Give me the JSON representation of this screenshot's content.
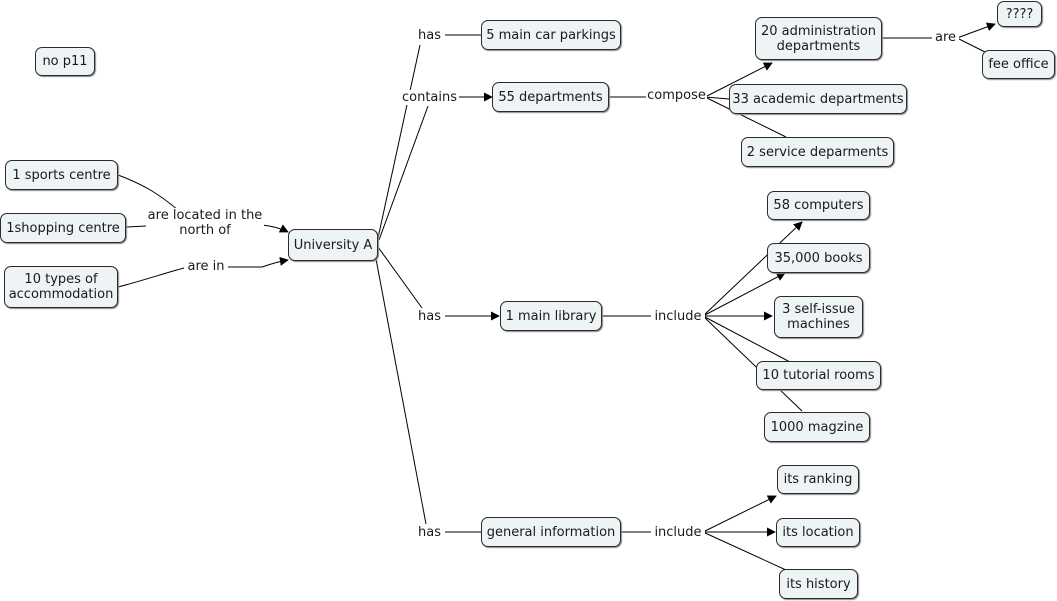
{
  "concepts": {
    "no_p11": "no p11",
    "sports": "1 sports centre",
    "shopping": "1shopping centre",
    "accommodation": "10 types of\naccommodation",
    "university": "University A",
    "car_parkings": "5 main car parkings",
    "departments": "55 departments",
    "admin": "20 administration\ndepartments",
    "unknown": "????",
    "fee_office": "fee office",
    "academic": "33 academic departments",
    "service": "2 service deparments",
    "computers": "58 computers",
    "books": "35,000 books",
    "self_issue": "3 self-issue\nmachines",
    "tutorial": "10 tutorial rooms",
    "magazine": "1000 magzine",
    "library": "1 main library",
    "general_info": "general information",
    "ranking": "its ranking",
    "location": "its location",
    "history": "its history"
  },
  "linking_phrases": {
    "located": "are located in the\nnorth of",
    "are_in": "are in",
    "has_parking": "has",
    "contains": "contains",
    "compose": "compose",
    "are": "are",
    "has_library": "has",
    "include_library": "include",
    "has_general": "has",
    "include_general": "include"
  }
}
